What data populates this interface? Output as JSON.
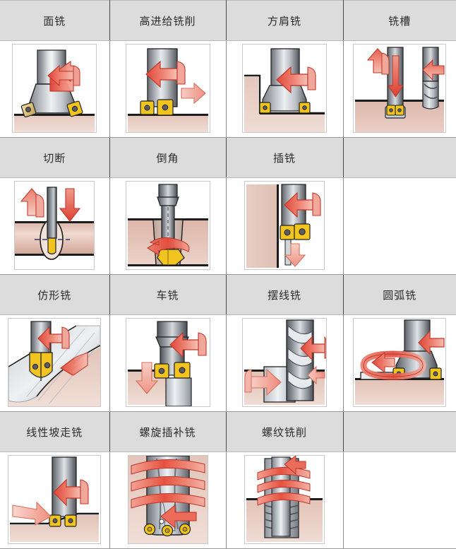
{
  "table": {
    "columns": 4,
    "rows": 4,
    "header_bg": "#dcdcdc",
    "header_text_color": "#2b2b2b",
    "body_bg": "#ffffff",
    "border_color": "#4a4a4a",
    "palette": {
      "tool_steel_light": "#f2f4f5",
      "tool_steel_mid": "#9da2a8",
      "tool_steel_dark": "#55585d",
      "insert_gold": "#f2c41f",
      "insert_tan": "#d8bf7c",
      "arrow_red": "#e0483a",
      "arrow_pink": "#f6b9ad",
      "workpiece": "#e3c6bb",
      "outline": "#1c1c1c"
    },
    "cells": [
      [
        {
          "label": "面铣",
          "figure": "face-milling",
          "empty": false
        },
        {
          "label": "高进给铣削",
          "figure": "high-feed-milling",
          "empty": false
        },
        {
          "label": "方肩铣",
          "figure": "square-shoulder-milling",
          "empty": false
        },
        {
          "label": "铣槽",
          "figure": "slot-milling",
          "empty": false
        }
      ],
      [
        {
          "label": "切断",
          "figure": "parting-off",
          "empty": false
        },
        {
          "label": "倒角",
          "figure": "chamfering",
          "empty": false
        },
        {
          "label": "插铣",
          "figure": "plunge-milling",
          "empty": false
        },
        {
          "label": "",
          "figure": "",
          "empty": true
        }
      ],
      [
        {
          "label": "仿形铣",
          "figure": "profile-milling",
          "empty": false
        },
        {
          "label": "车铣",
          "figure": "turn-milling",
          "empty": false
        },
        {
          "label": "摆线铣",
          "figure": "trochoidal-milling",
          "empty": false
        },
        {
          "label": "圆弧铣",
          "figure": "circular-milling",
          "empty": false
        }
      ],
      [
        {
          "label": "线性坡走铣",
          "figure": "linear-ramping",
          "empty": false
        },
        {
          "label": "螺旋插补铣",
          "figure": "helical-interpolation",
          "empty": false
        },
        {
          "label": "螺纹铣削",
          "figure": "thread-milling",
          "empty": false
        },
        {
          "label": "",
          "figure": "",
          "empty": true
        }
      ]
    ]
  }
}
